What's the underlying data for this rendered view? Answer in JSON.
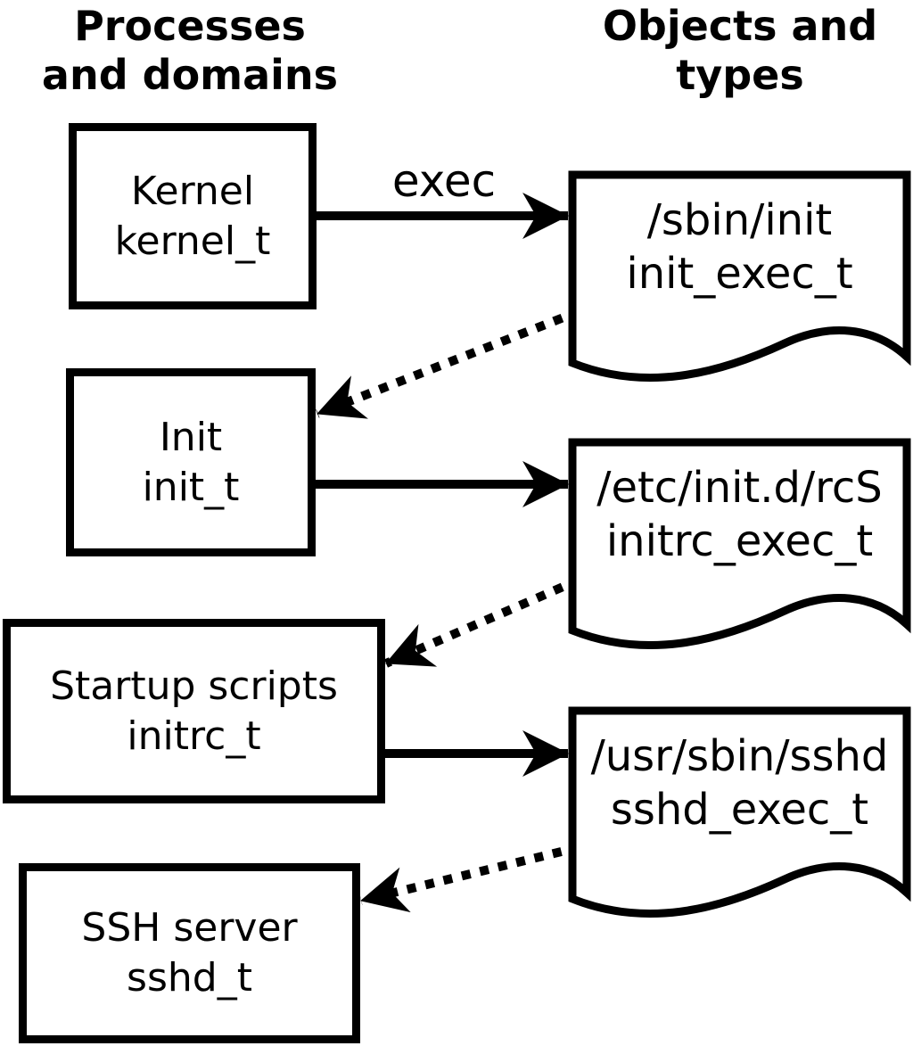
{
  "title_left": {
    "line1": "Processes",
    "line2": "and domains"
  },
  "title_right": {
    "line1": "Objects and",
    "line2": "types"
  },
  "exec_label": "exec",
  "processes": [
    {
      "name": "Kernel",
      "domain": "kernel_t"
    },
    {
      "name": "Init",
      "domain": "init_t"
    },
    {
      "name": "Startup scripts",
      "domain": "initrc_t"
    },
    {
      "name": "SSH server",
      "domain": "sshd_t"
    }
  ],
  "objects": [
    {
      "path": "/sbin/init",
      "type": "init_exec_t"
    },
    {
      "path": "/etc/init.d/rcS",
      "type": "initrc_exec_t"
    },
    {
      "path": "/usr/sbin/sshd",
      "type": "sshd_exec_t"
    }
  ],
  "colors": {
    "ink": "#000000",
    "background": "#ffffff"
  }
}
